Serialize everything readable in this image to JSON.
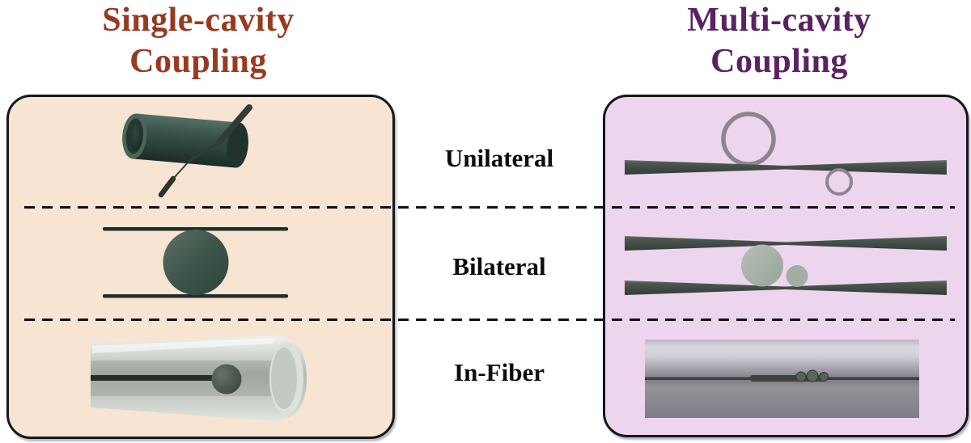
{
  "header": {
    "left_title": {
      "line1": "Single-cavity",
      "line2": "Coupling"
    },
    "right_title": {
      "line1": "Multi-cavity",
      "line2": "Coupling"
    }
  },
  "row_labels": {
    "unilateral": "Unilateral",
    "bilateral": "Bilateral",
    "in_fiber": "In-Fiber"
  },
  "diagrams": {
    "single_unilateral": "microcylinder-with-tapered-fiber-probe",
    "single_bilateral": "microsphere-between-two-fibers",
    "single_in_fiber": "microsphere-inside-capillary-fiber",
    "multi_unilateral": "two-microrings-on-tapered-fiber",
    "multi_bilateral": "two-microspheres-between-two-tapered-fibers",
    "multi_in_fiber": "microbubble-chain-in-fiber-micrograph"
  },
  "colors": {
    "left-title": "#973a20",
    "right-title": "#5b2263",
    "left-panel-bg": "#f7e4d3",
    "right-panel-bg": "#eed5ee",
    "panel-border": "#15171c",
    "label-color": "#0d0d0d",
    "divider-color": "#111111",
    "resonator-teal": "#33493f",
    "fiber-slate": "#434d47",
    "ring-gray": "#8b8590",
    "sphere-sage": "#a9b4aa"
  }
}
